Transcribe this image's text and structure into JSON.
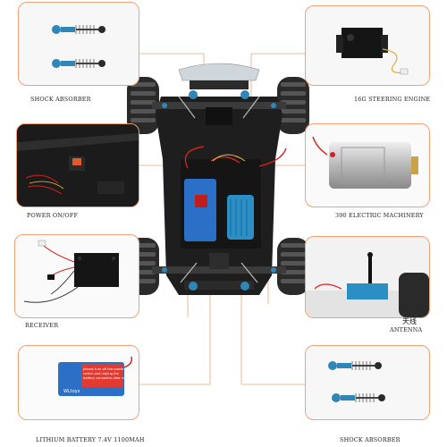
{
  "labels": {
    "shock_top_left": "SHOCK ABSORBER",
    "steering": "16G STEERING ENGINE",
    "power": "POWER ON/OFF",
    "motor": "390 ELECTRIC MACHINERY",
    "receiver": "RECEIVER",
    "antenna_cn": "天线",
    "antenna": "ANTENNA",
    "battery": "LITHIUM BATTERY 7.4V 1100MAH",
    "shock_bottom_right": "SHOCK ABSORBER"
  },
  "battery_label": {
    "line1": "please turn off the power",
    "line2": "switch and unplug the",
    "line3": "battery connector after use",
    "brand": "WLtoys"
  },
  "colors": {
    "frame_accent": "#f0a274",
    "shock_blue": "#2f87b8",
    "chassis": "#1e1e1e",
    "battery_blue": "#2c6fc7",
    "motor_blue": "#2b8fc6",
    "wire_red": "#d22121"
  }
}
